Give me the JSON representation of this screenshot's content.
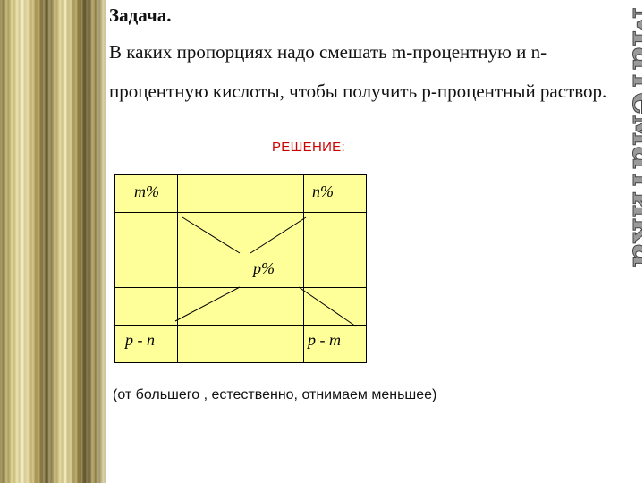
{
  "slide": {
    "title": "Задача.",
    "question_line1": "В каких пропорциях надо смешать m-процентную и n-",
    "question_line2": "процентную кислоты, чтобы получить p-процентный раствор.",
    "solution_heading": "РЕШЕНИЕ:",
    "note": "(от большего , естественно, отнимаем  меньшее)"
  },
  "grid": {
    "top_left": "m%",
    "top_right": "n%",
    "center": "p%",
    "bottom_left": "p - n",
    "bottom_right": "p - m",
    "fill_color": "#ffff99"
  },
  "decor": {
    "right_lettering": "Математика",
    "frame_color": "#c8b870"
  }
}
